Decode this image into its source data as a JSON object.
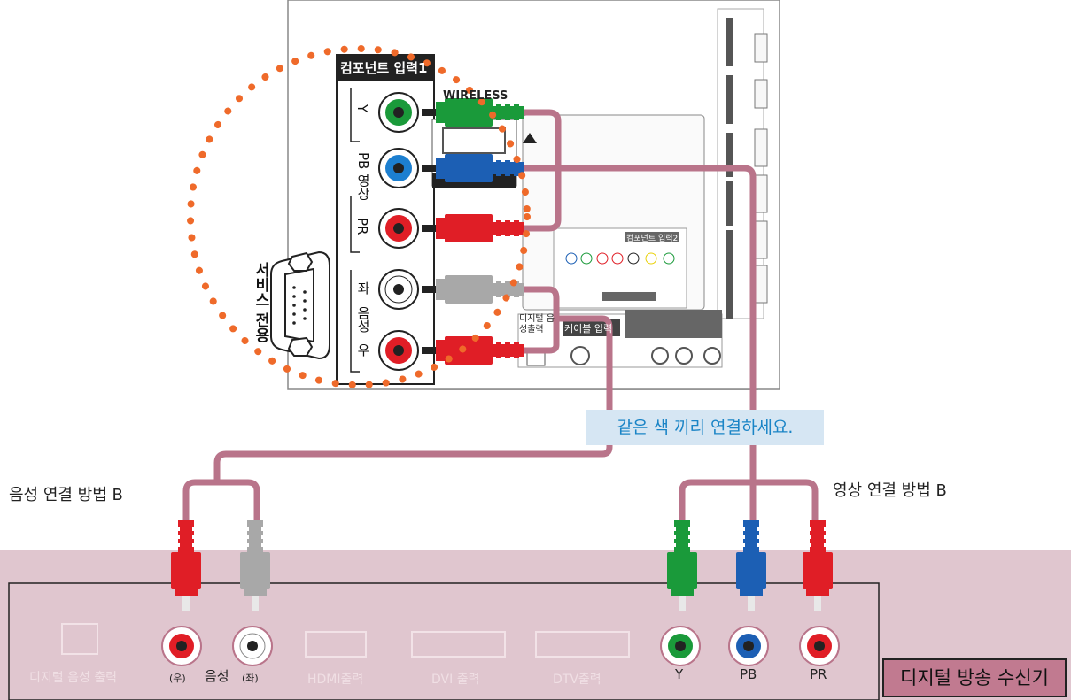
{
  "tv_panel": {
    "component_input_title": "컴포넌트 입력1",
    "port_labels": [
      "Y",
      "PB 영상",
      "PR",
      "좌",
      "음성",
      "우"
    ],
    "service_label": "서비스 전용",
    "digital_audio_label": "디지털 음성출력",
    "cable_in_label": "케이블 입력",
    "component2_label": "컴포넌트 입력2",
    "wireless_label": "WIRELESS"
  },
  "note": "같은 색 끼리 연결하세요.",
  "audio_method_label": "음성 연결 방법 B",
  "video_method_label": "영상 연결 방법 B",
  "receiver": {
    "title": "디지털 방송 수신기",
    "port_labels": {
      "digital_audio": "디지털 음성 출력",
      "right": "(우)",
      "audio": "음성",
      "left": "(좌)",
      "hdmi": "HDMI출력",
      "dvi": "DVI 출력",
      "dtv": "DTV출력",
      "y": "Y",
      "pb": "PB",
      "pr": "PR"
    }
  },
  "colors": {
    "cable": "#b9748a",
    "green": "#1a9a3a",
    "blue": "#1c5fb4",
    "red": "#e01e26",
    "gray": "#a8a8a8",
    "dotted_circle": "#ef6a2a",
    "receiver_bg": "#e0c6cf",
    "note_bg": "#d6e6f3",
    "note_text": "#1a84c6"
  }
}
